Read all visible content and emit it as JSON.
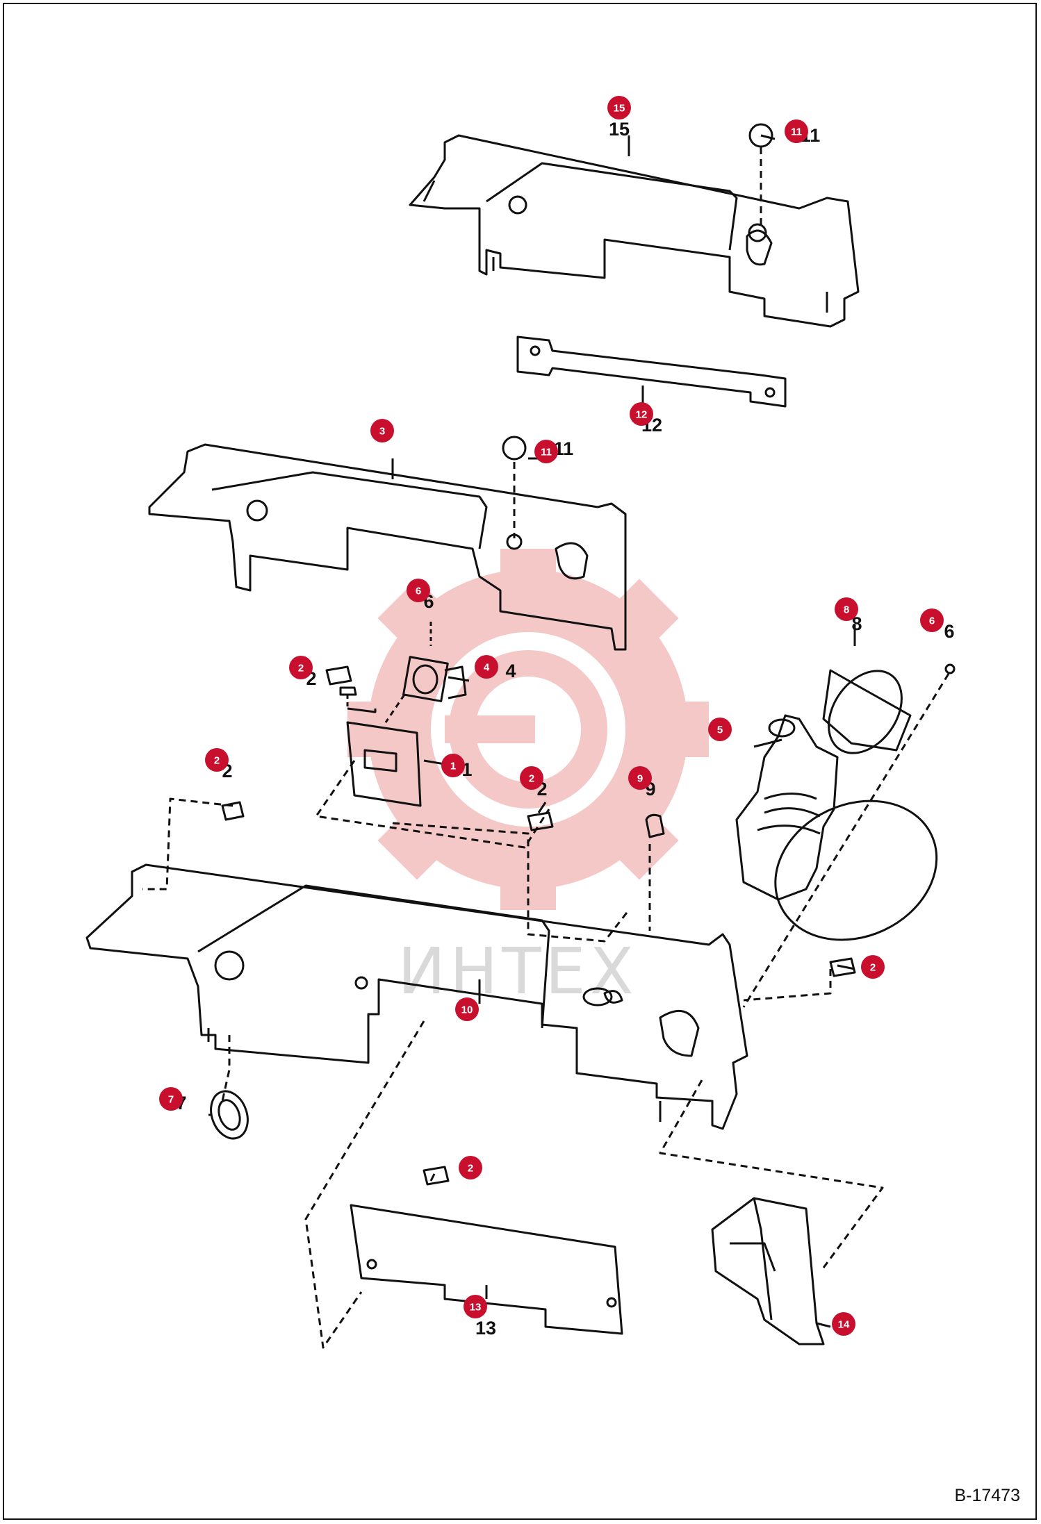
{
  "diagram": {
    "document_id": "B-17473",
    "watermark_text": "ИНТЕХ",
    "colors": {
      "callout": "#c8102e",
      "watermark": "#f5c3c3",
      "line": "#111111"
    },
    "callouts": [
      {
        "label": "15",
        "printed": "15"
      },
      {
        "label": "11",
        "printed": "11"
      },
      {
        "label": "12",
        "printed": "12"
      },
      {
        "label": "3",
        "printed": "3"
      },
      {
        "label": "11",
        "printed": "11"
      },
      {
        "label": "6",
        "printed": "6"
      },
      {
        "label": "2",
        "printed": "2"
      },
      {
        "label": "4",
        "printed": "4"
      },
      {
        "label": "8",
        "printed": "8"
      },
      {
        "label": "6",
        "printed": "6"
      },
      {
        "label": "5",
        "printed": "5"
      },
      {
        "label": "1",
        "printed": "1"
      },
      {
        "label": "2",
        "printed": "2"
      },
      {
        "label": "2",
        "printed": "2"
      },
      {
        "label": "9",
        "printed": "9"
      },
      {
        "label": "2",
        "printed": "2"
      },
      {
        "label": "10",
        "printed": "10"
      },
      {
        "label": "7",
        "printed": "7"
      },
      {
        "label": "2",
        "printed": "2"
      },
      {
        "label": "13",
        "printed": "13"
      },
      {
        "label": "14",
        "printed": "14"
      }
    ]
  }
}
